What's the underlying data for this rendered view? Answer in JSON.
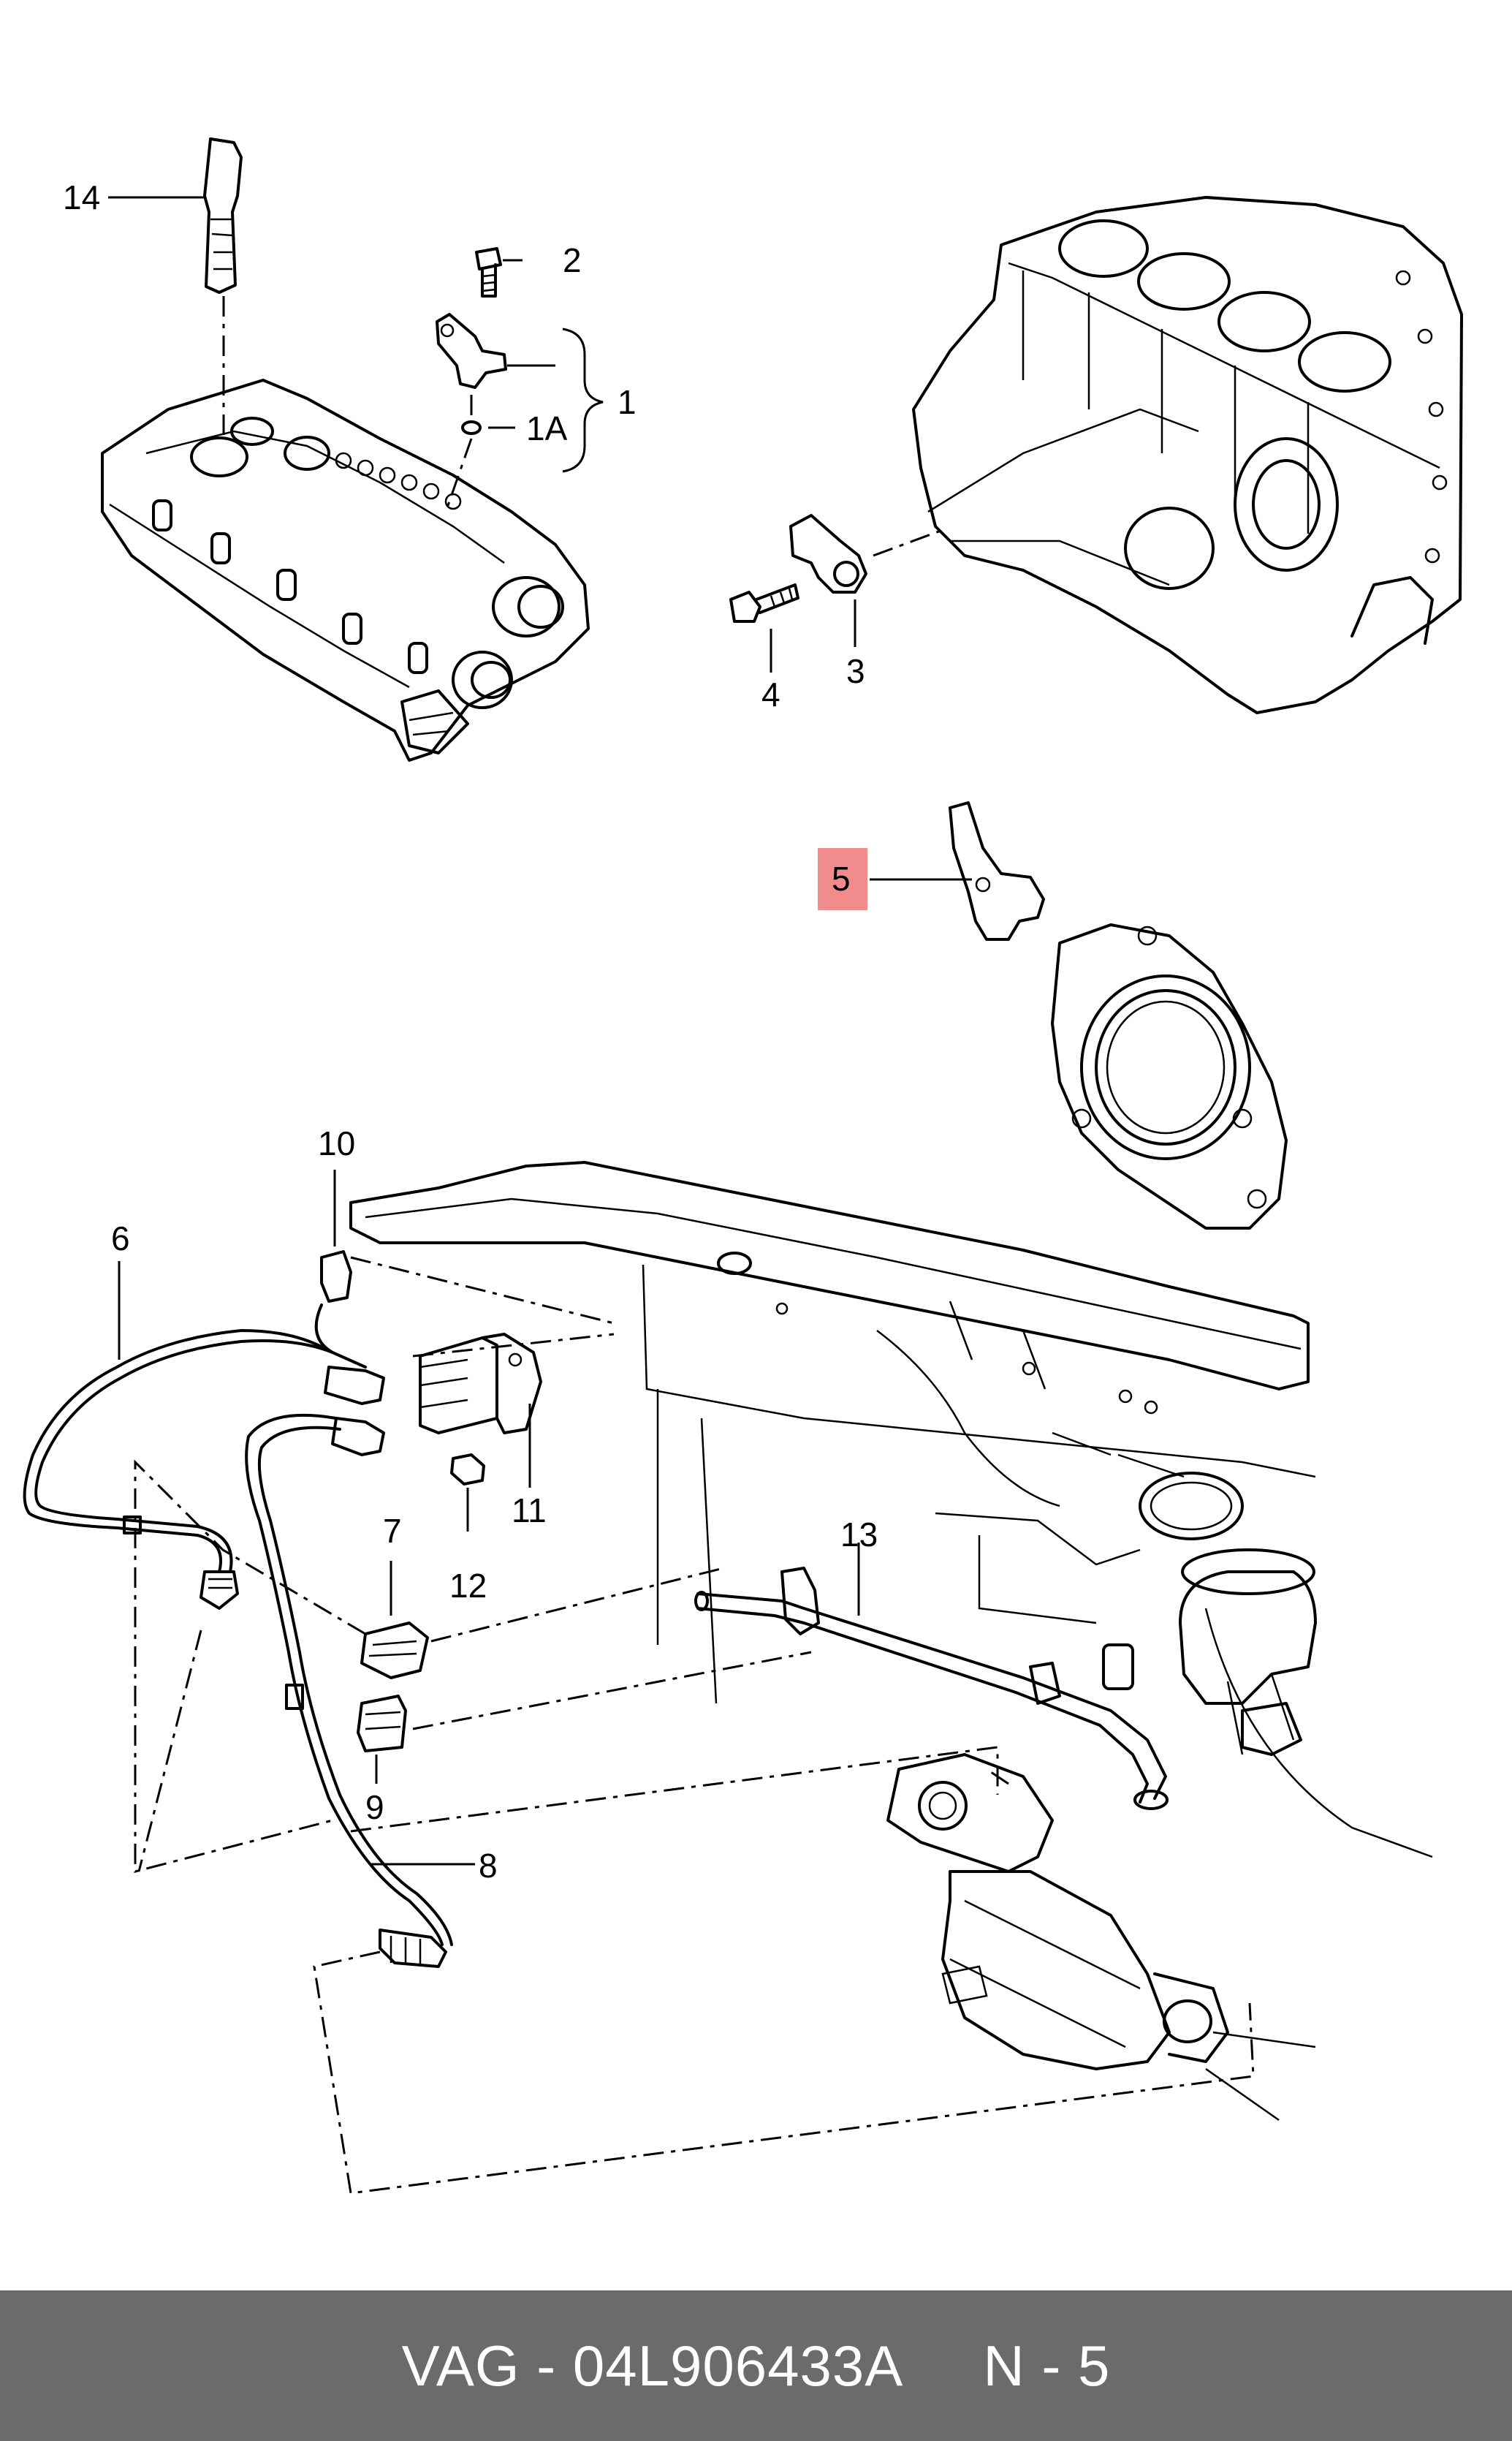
{
  "diagram": {
    "labels": [
      {
        "id": "14",
        "text": "14"
      },
      {
        "id": "2",
        "text": "2"
      },
      {
        "id": "1",
        "text": "1"
      },
      {
        "id": "1A",
        "text": "1A"
      },
      {
        "id": "3",
        "text": "3"
      },
      {
        "id": "4",
        "text": "4"
      },
      {
        "id": "5",
        "text": "5",
        "highlighted": true
      },
      {
        "id": "10",
        "text": "10"
      },
      {
        "id": "6",
        "text": "6"
      },
      {
        "id": "11",
        "text": "11"
      },
      {
        "id": "12",
        "text": "12"
      },
      {
        "id": "13",
        "text": "13"
      },
      {
        "id": "7",
        "text": "7"
      },
      {
        "id": "9",
        "text": "9"
      },
      {
        "id": "8",
        "text": "8"
      }
    ],
    "highlight_color": "#f08c8c"
  },
  "footer": {
    "text": "VAG - 04L906433A     N - 5",
    "background": "#6b6b6b"
  }
}
